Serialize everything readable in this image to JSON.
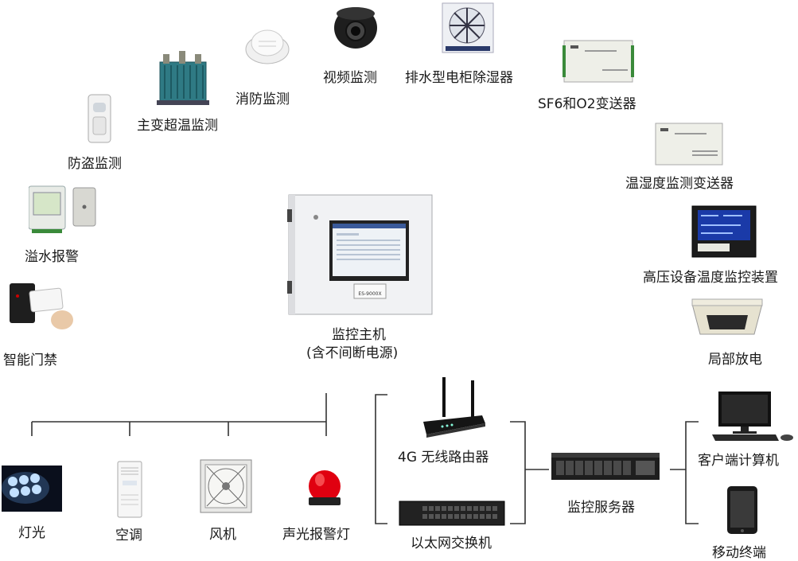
{
  "devices": {
    "flood_alarm": "溢水报警",
    "theft_monitor": "防盗监测",
    "transformer_temp": "主变超温监测",
    "fire_monitor": "消防监测",
    "video_monitor": "视频监测",
    "dehumidifier": "排水型电柜除湿器",
    "sf6_o2": "SF6和O2变送器",
    "temp_humidity": "温湿度监测变送器",
    "hv_temp": "高压设备温度监控装置",
    "partial_discharge": "局部放电",
    "access_control": "智能门禁",
    "host_line1": "监控主机",
    "host_line2": "(含不间断电源)",
    "router": "4G 无线路由器",
    "switch": "以太网交换机",
    "server": "监控服务器",
    "client_pc": "客户端计算机",
    "mobile": "移动终端",
    "light": "灯光",
    "ac": "空调",
    "fan": "风机",
    "alarm_light": "声光报警灯"
  },
  "host_screen_model": "ES-9000X"
}
